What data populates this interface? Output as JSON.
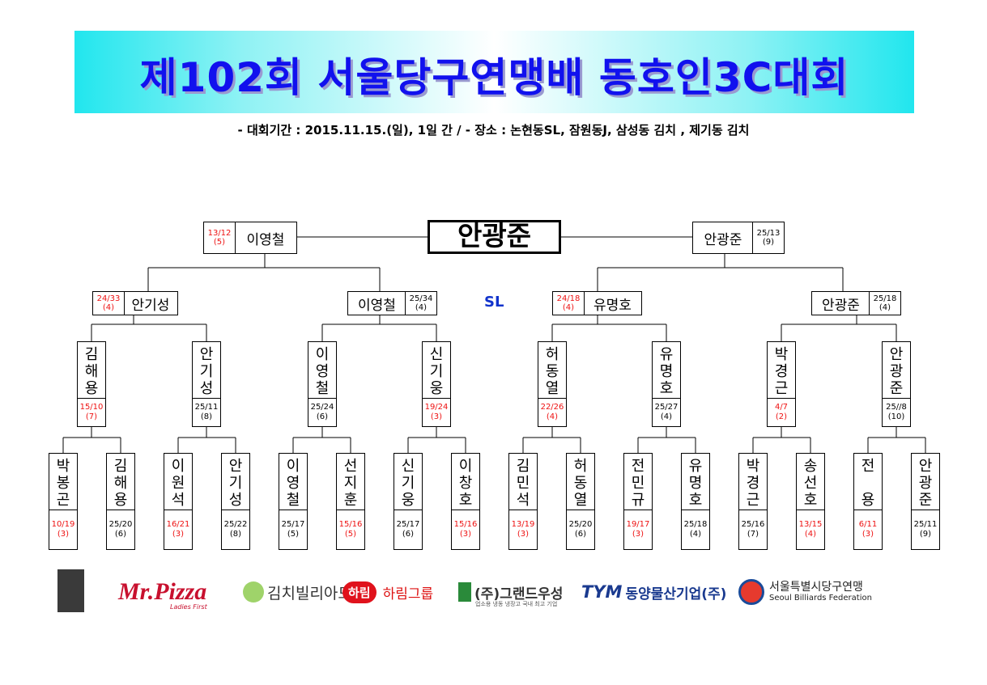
{
  "title": "제102회  서울당구연맹배  동호인3C대회",
  "subtitle": "-  대회기간 : 2015.11.15.(일),  1일  간  / -  장소 : 논현동SL,  잠원동J,  삼성동  김치 ,  제기동  김치",
  "champion": "안광준",
  "venue_label": "SL",
  "final": {
    "left": {
      "name": "이영철",
      "score": "13/12",
      "inning": "(5)",
      "red": true
    },
    "right": {
      "name": "안광준",
      "score": "25/13",
      "inning": "(9)",
      "red": false
    }
  },
  "semis": [
    {
      "name": "안기성",
      "score": "24/33",
      "inning": "(4)",
      "red": true
    },
    {
      "name": "이영철",
      "score": "25/34",
      "inning": "(4)",
      "red": false
    },
    {
      "name": "유명호",
      "score": "24/18",
      "inning": "(4)",
      "red": true
    },
    {
      "name": "안광준",
      "score": "25/18",
      "inning": "(4)",
      "red": false
    }
  ],
  "quarters": [
    {
      "name": "김해용",
      "score": "15/10",
      "inning": "(7)",
      "red": true
    },
    {
      "name": "안기성",
      "score": "25/11",
      "inning": "(8)",
      "red": false
    },
    {
      "name": "이영철",
      "score": "25/24",
      "inning": "(6)",
      "red": false
    },
    {
      "name": "신기웅",
      "score": "19/24",
      "inning": "(3)",
      "red": true
    },
    {
      "name": "허동열",
      "score": "22/26",
      "inning": "(4)",
      "red": true
    },
    {
      "name": "유명호",
      "score": "25/27",
      "inning": "(4)",
      "red": false
    },
    {
      "name": "박경근",
      "score": "4/7",
      "inning": "(2)",
      "red": true
    },
    {
      "name": "안광준",
      "score": "25//8",
      "inning": "(10)",
      "red": false
    }
  ],
  "round16": [
    {
      "name": "박봉곤",
      "score": "10/19",
      "inning": "(3)",
      "red": true
    },
    {
      "name": "김해용",
      "score": "25/20",
      "inning": "(6)",
      "red": false
    },
    {
      "name": "이원석",
      "score": "16/21",
      "inning": "(3)",
      "red": true
    },
    {
      "name": "안기성",
      "score": "25/22",
      "inning": "(8)",
      "red": false
    },
    {
      "name": "이영철",
      "score": "25/17",
      "inning": "(5)",
      "red": false
    },
    {
      "name": "선지훈",
      "score": "15/16",
      "inning": "(5)",
      "red": true
    },
    {
      "name": "신기웅",
      "score": "25/17",
      "inning": "(6)",
      "red": false
    },
    {
      "name": "이창호",
      "score": "15/16",
      "inning": "(3)",
      "red": true
    },
    {
      "name": "김민석",
      "score": "13/19",
      "inning": "(3)",
      "red": true
    },
    {
      "name": "허동열",
      "score": "25/20",
      "inning": "(6)",
      "red": false
    },
    {
      "name": "전민규",
      "score": "19/17",
      "inning": "(3)",
      "red": true
    },
    {
      "name": "유명호",
      "score": "25/18",
      "inning": "(4)",
      "red": false
    },
    {
      "name": "박경근",
      "score": "25/16",
      "inning": "(7)",
      "red": false
    },
    {
      "name": "송선호",
      "score": "13/15",
      "inning": "(4)",
      "red": true
    },
    {
      "name": "전 용",
      "score": "6/11",
      "inning": "(3)",
      "red": true
    },
    {
      "name": "안광준",
      "score": "25/11",
      "inning": "(9)",
      "red": false
    }
  ],
  "sponsors": {
    "mrpizza": "Mr.Pizza",
    "mrpizza_tag": "Ladies First",
    "kimchi": "김치빌리아드",
    "harim_logo": "하림",
    "harim": "하림그룹",
    "grand": "(주)그랜드우성",
    "grand_tag": "업소용 냉동 냉장고 국내 최고 기업",
    "tym_logo": "TYM",
    "tym": "동양물산기업(주)",
    "federation": "서울특별시당구연맹",
    "federation_en": "Seoul Billiards Federation"
  },
  "colors": {
    "title": "#1111ee",
    "loser_score": "#e11111",
    "venue": "#1133cc",
    "banner": "#21e6ee"
  }
}
